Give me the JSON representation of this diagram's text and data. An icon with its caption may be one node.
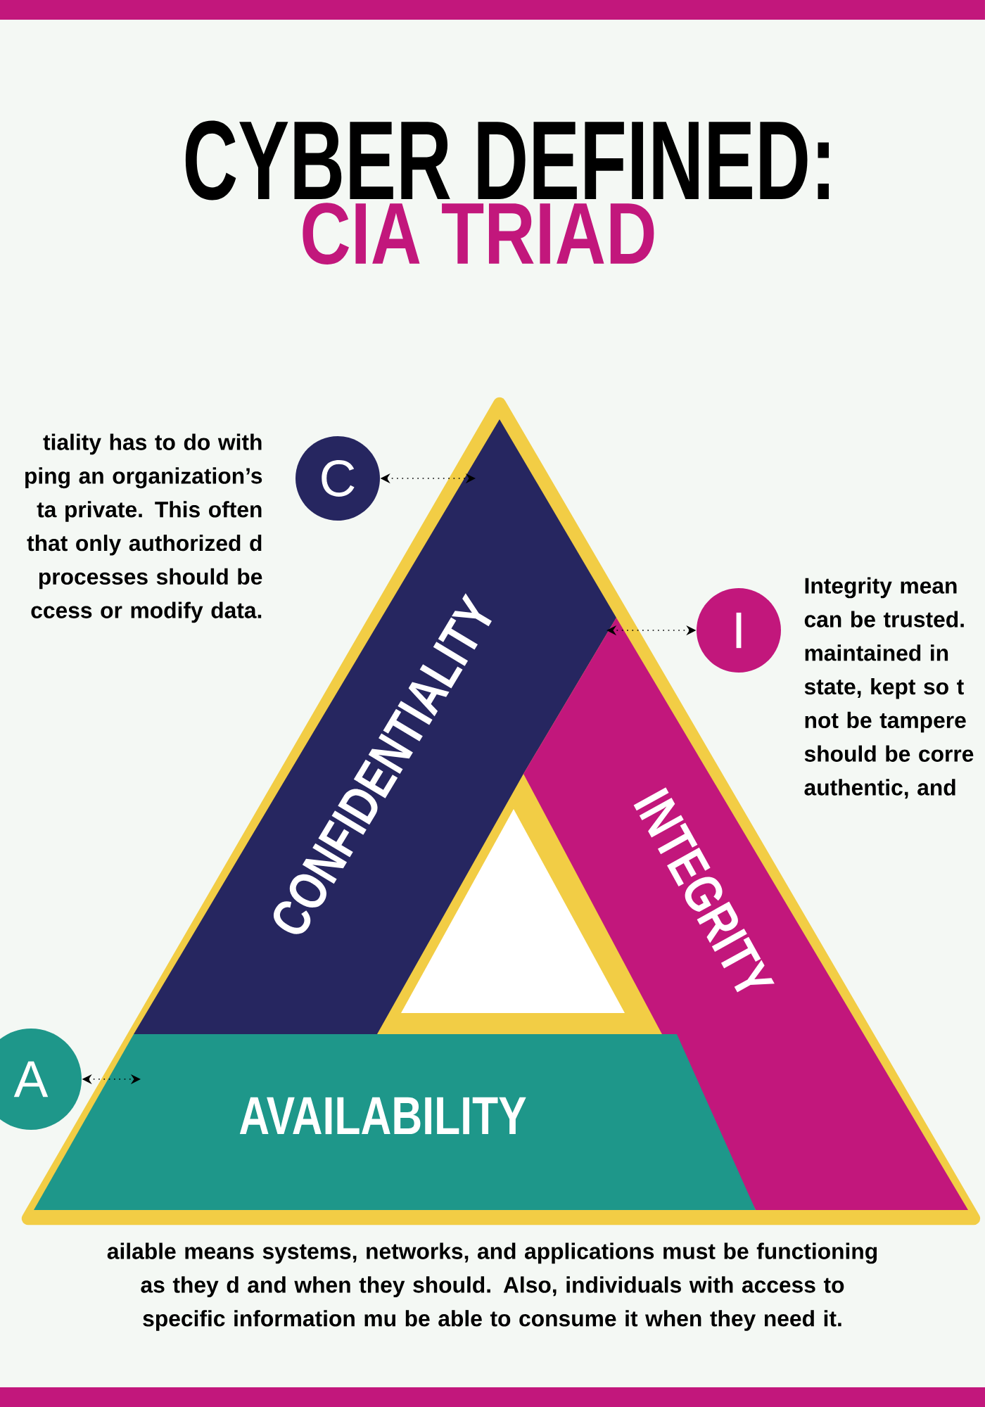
{
  "diagram": {
    "title": "CYBER DEFINED:",
    "nodes": [
      {
        "text": [
          "C"
        ]
      },
      {
        "text": [
          "CONFIDENTIALITY"
        ]
      },
      {
        "text": [
          "I"
        ]
      },
      {
        "text": [
          "INTEGRITY"
        ]
      },
      {
        "text": [
          "A"
        ]
      },
      {
        "text": [
          "AVAILABILITY"
        ]
      }
    ],
    "edges": [
      {
        "from": 0,
        "to": 1,
        "arrow": "both"
      },
      {
        "from": 2,
        "to": 3,
        "arrow": "both"
      },
      {
        "from": 4,
        "to": 5,
        "arrow": "both"
      }
    ],
    "labels": [
      "CIA TRIAD",
      "tiality has to do with ping an organization’s ta private. This often that only authorized d processes should be ccess or modify data.",
      "Integrity mean can be trusted. maintained in state, kept so t not be tampere should be corre authentic, and",
      "ailable means systems, networks, and applications must be functioning as they d and when they should. Also, individuals with access to specific information mu be able to consume it when they need it."
    ]
  }
}
